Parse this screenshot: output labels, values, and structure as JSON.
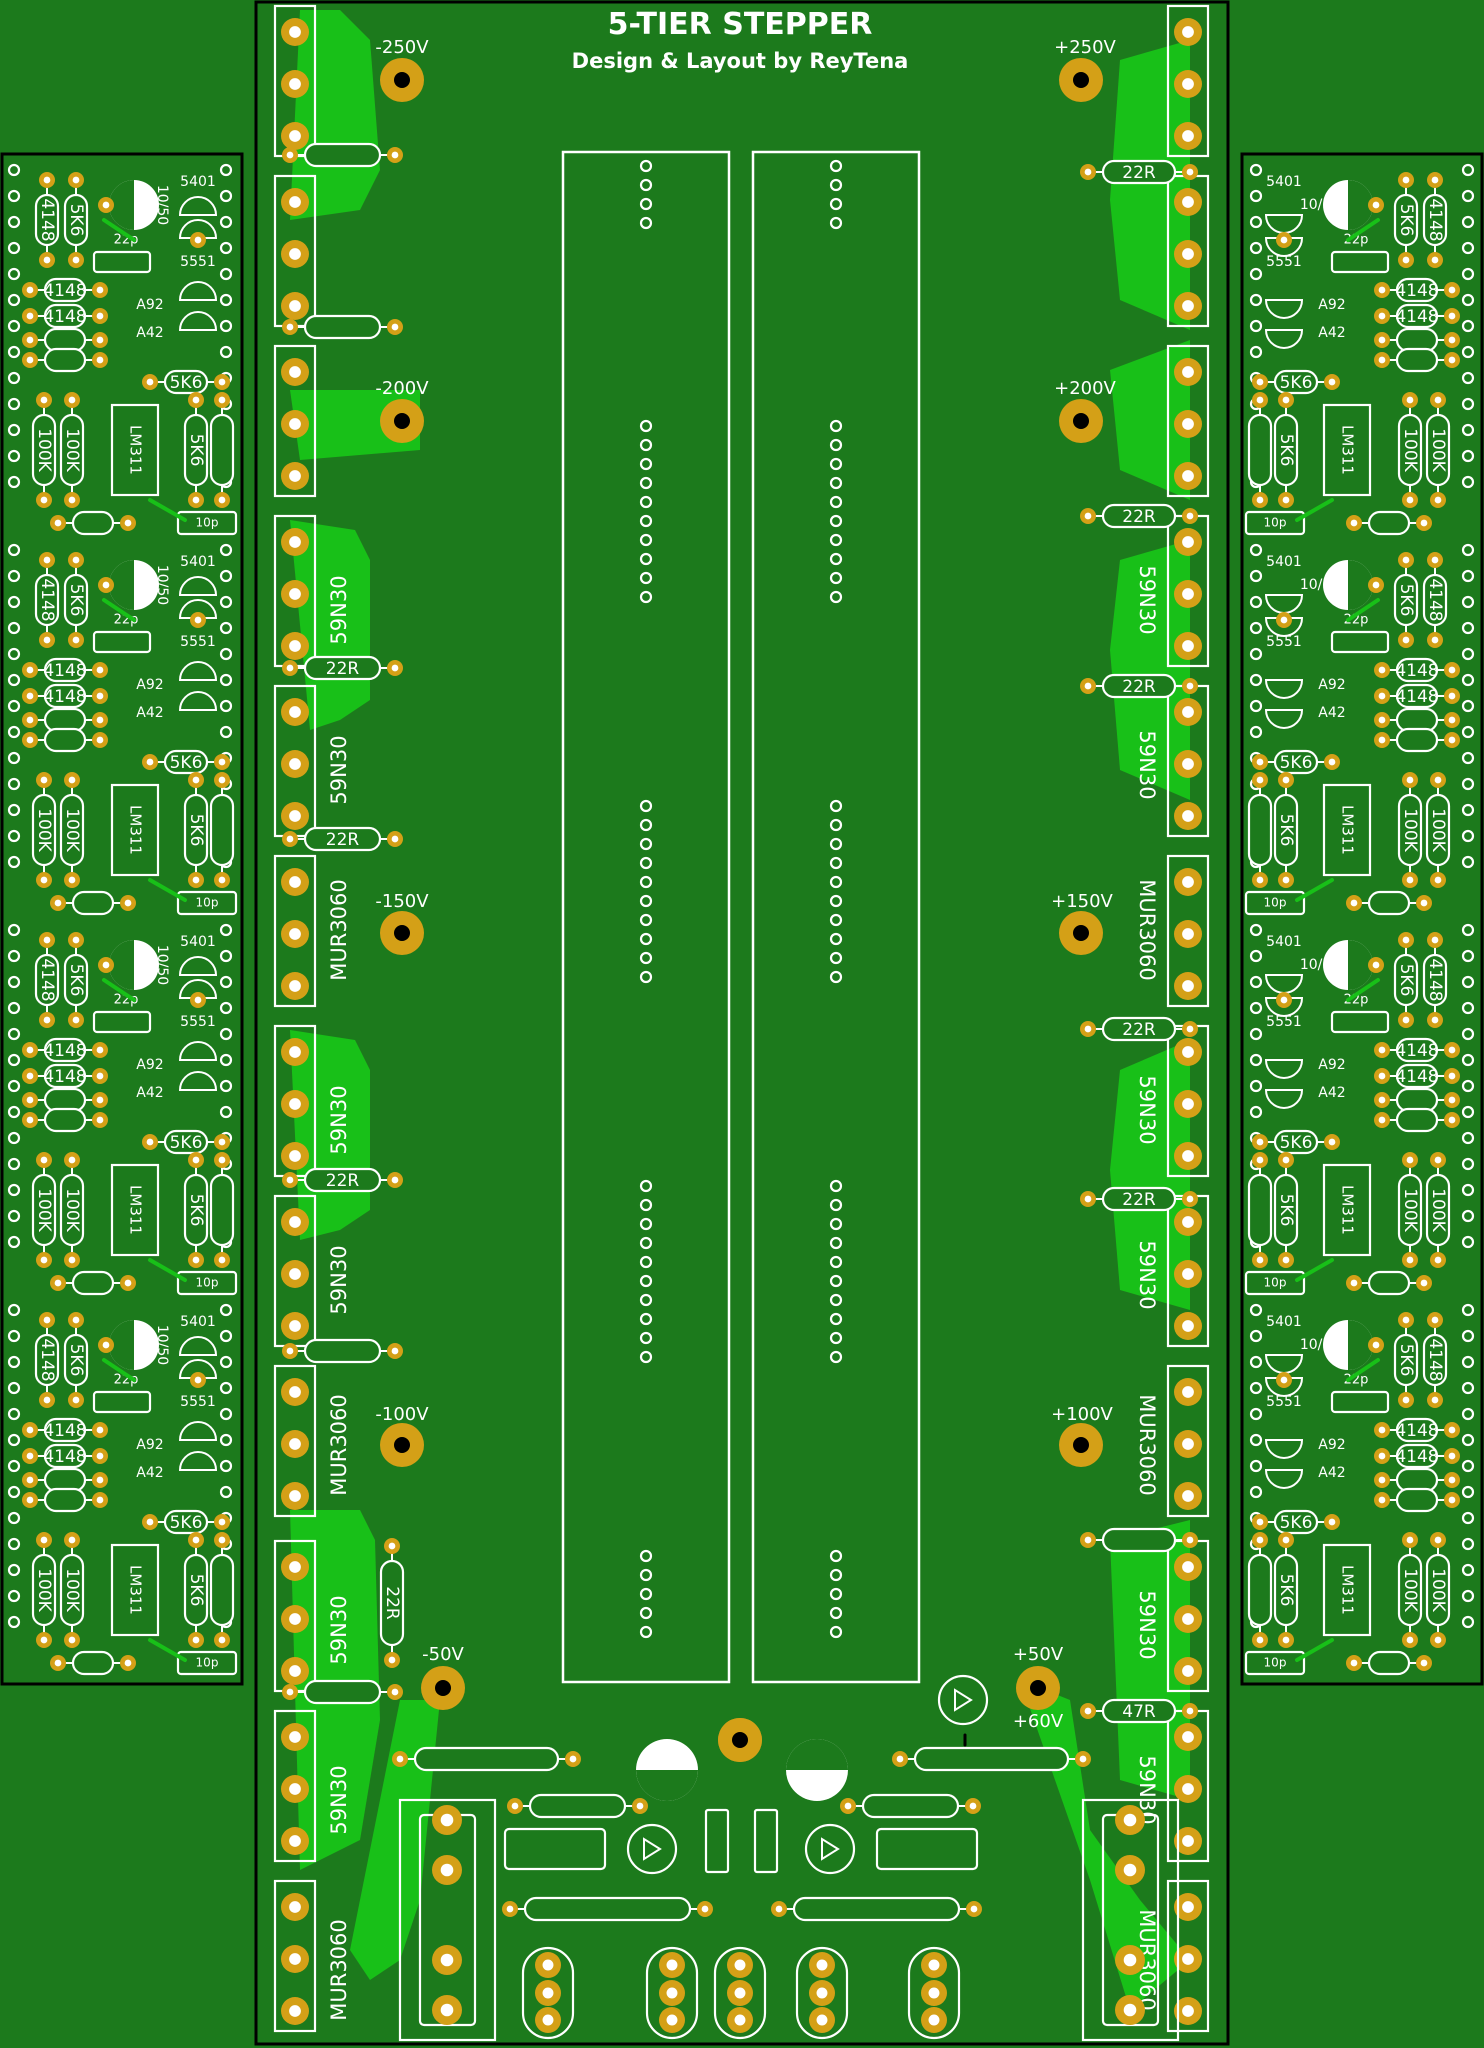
{
  "title": "5-TIER STEPPER",
  "subtitle": "Design & Layout by ReyTena",
  "colors": {
    "board": "#1c7a1c",
    "copper_pour": "#18c018",
    "pad": "#d4a017",
    "silkscreen": "#ffffff",
    "outline": "#000000"
  },
  "rail_labels_left": [
    "-250V",
    "-200V",
    "-150V",
    "-100V",
    "-50V"
  ],
  "rail_labels_right": [
    "+250V",
    "+200V",
    "+150V",
    "+100V",
    "+50V",
    "+60V"
  ],
  "transistor_label": "59N30",
  "diode_label": "MUR3060",
  "resistor_22r": "22R",
  "resistor_47r": "47R",
  "module_labels": {
    "d1": "4148",
    "d2": "4148",
    "d3": "4148",
    "r5k6": "5K6",
    "cap_elec": "10/50",
    "cap_22p": "22p",
    "cap_10p": "10p",
    "t5401": "5401",
    "t5551": "5551",
    "ta92": "A92",
    "ta42": "A42",
    "r100k": "100K",
    "ic": "LM311"
  }
}
